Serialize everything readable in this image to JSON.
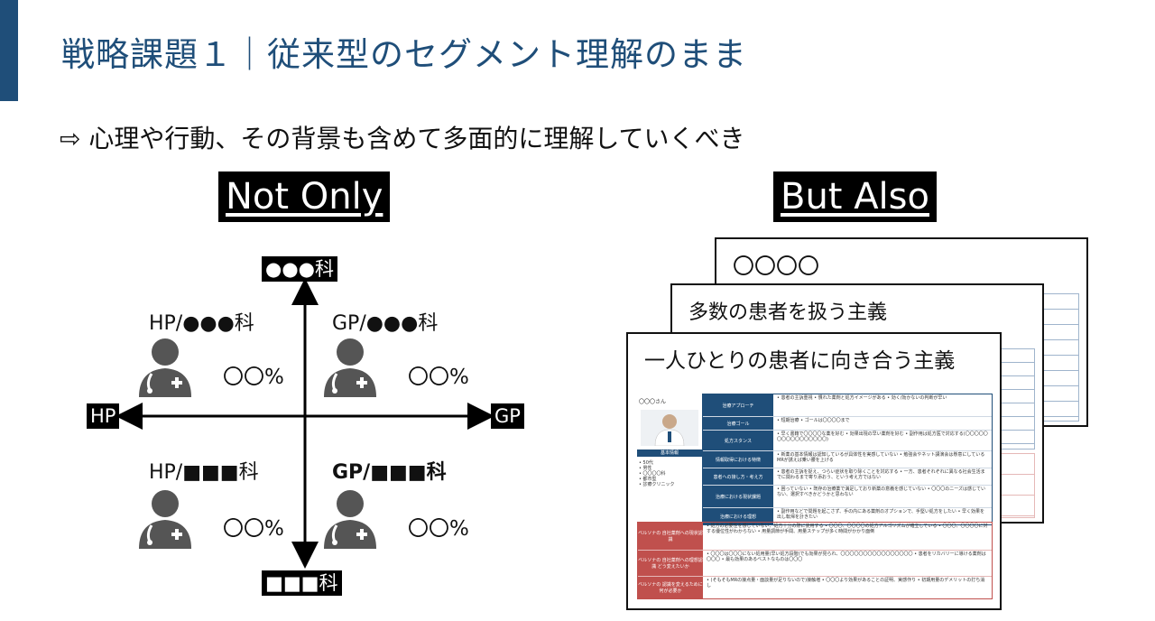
{
  "header": {
    "title": "戦略課題１｜従来型のセグメント理解のまま",
    "subtitle": "⇨ 心理や行動、その背景も含めて多面的に理解していくべき"
  },
  "left": {
    "heading": "Not Only",
    "axes": {
      "top": "●●●科",
      "bottom": "■■■科",
      "left": "HP",
      "right": "GP"
    },
    "quadrants": [
      {
        "label": "HP/●●●科",
        "pct": "〇〇%"
      },
      {
        "label": "GP/●●●科",
        "pct": "〇〇%"
      },
      {
        "label": "HP/■■■科",
        "pct": "〇〇%"
      },
      {
        "label": "GP/■■■科",
        "pct": "〇〇%"
      }
    ]
  },
  "right": {
    "heading": "But Also",
    "docs": {
      "back": "〇〇〇〇",
      "middle": "多数の患者を扱う主義",
      "front": "一人ひとりの患者に向き合う主義"
    },
    "profile": {
      "name": "〇〇〇さん",
      "basic_header": "基本情報",
      "basic_lines": [
        "• 50代",
        "• 男性",
        "• 〇〇〇〇科",
        "• 都市型",
        "• 診療クリニック"
      ]
    },
    "rows": [
      {
        "label": "治療アプローチ",
        "value": "• 患者の主訴重視 • 慣れた薬剤と処方イメージがある • 効く/効かないの判断が早い"
      },
      {
        "label": "治療ゴール",
        "value": "• 短期治療 • ゴールは〇〇〇〇まで"
      },
      {
        "label": "処方スタンス",
        "value": "• 早く書籍で〇〇〇〇な薬を好む • 効果出現の早い薬剤を好む • 副作用は処方医で対応する(〇〇〇〇〇〇〇〇〇〇〇〇〇〇〇〇)"
      },
      {
        "label": "情報取得における特徴",
        "value": "• 新薬の基本情報は認知しているが具体性を実感していない • 勉強会やネット講演会は懸意にしているMRが誘えば乗い腰を上げる"
      },
      {
        "label": "患者への接し方・考え方",
        "value": "• 患者の主訴を捉え、つらい症状を取り除くことを対応する • 一方、患者それぞれに異なる社会生活までに関わるまで寄り添おう、という考え方ではない"
      },
      {
        "label": "治療における現状課題",
        "value": "• 困っていない • 既存の治療薬で満足しており新薬の意義を感じていない • 〇〇〇のニーズは感じていない、選択すべきかどうかと思わない"
      },
      {
        "label": "治療における理想",
        "value": "• 副作用などで問題を起こさず、手の内にある薬剤のオプションで、手堅い処方をしたい • 早く効果を出し転帰を計きたい"
      }
    ],
    "red_rows": [
      {
        "label": "ベルソナの 自社薬剤への現状認識",
        "value": "• 処方の必要性を感じていない、処方十分の際に使用する • 〇〇〇、〇〇〇〇の処方アルゴリズムが確立している • 〇〇〇、〇〇〇〇に対する優位性がわからない • 用量調節が手間、用量ステップが多く時間がかかり面倒"
      },
      {
        "label": "ベルソナの 自社薬剤への理想認識 どう変えたいか",
        "value": "• 〇〇〇は〇〇〇にない処用量(早い処方段階)でも効果が見られ、〇〇〇〇〇〇〇〇〇〇〇〇〇〇〇〇 • 患者をリカバリーに導ける薬剤は〇〇〇 • 最も効果のあるベストなものは〇〇〇"
      },
      {
        "label": "ベルソナの 認識を変えるために 何が必要か",
        "value": "• (そもそもMRの接点量・面談量が足りないので)接触増 • 〇〇〇より効果があることの証明、実感作り • 初期用量のデメリットの打ち消し"
      }
    ]
  }
}
